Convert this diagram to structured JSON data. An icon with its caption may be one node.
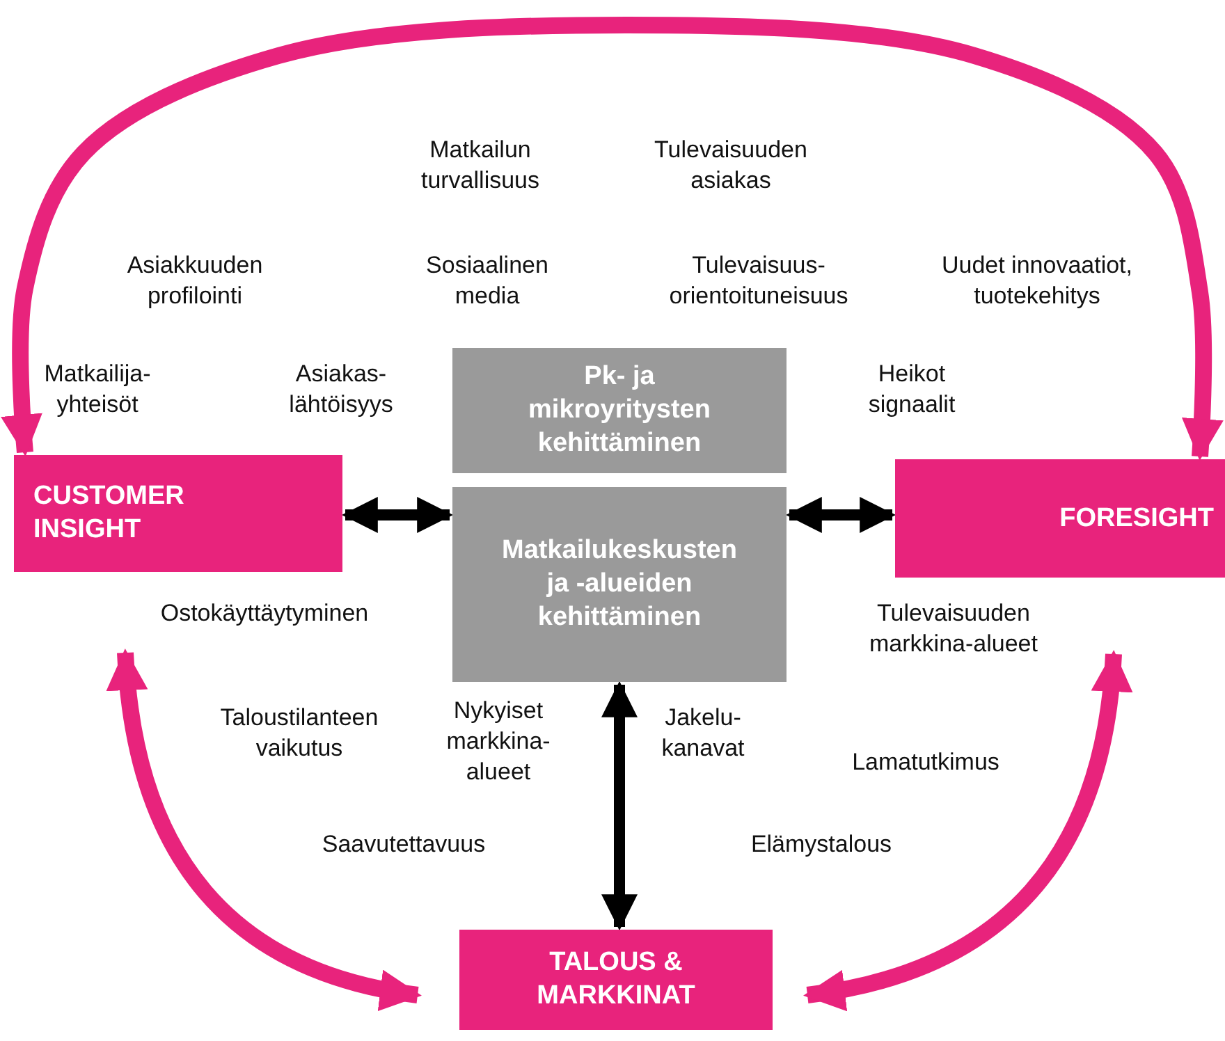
{
  "diagram": {
    "nodes": [
      {
        "text": [
          "CUSTOMER INSIGHT"
        ]
      },
      {
        "text": [
          "FORESIGHT"
        ]
      },
      {
        "text": [
          "TALOUS & MARKKINAT"
        ]
      },
      {
        "text": [
          "Pk- ja mikroyritysten kehittäminen"
        ]
      },
      {
        "text": [
          "Matkailukeskusten ja -alueiden kehittäminen"
        ]
      }
    ],
    "edges": [
      {
        "from": 0,
        "to": 1,
        "arrow": "both"
      },
      {
        "from": 0,
        "to": 4,
        "arrow": "both",
        "color": "#000000"
      },
      {
        "from": 4,
        "to": 1,
        "arrow": "both",
        "color": "#000000"
      },
      {
        "from": 4,
        "to": 2,
        "arrow": "both",
        "color": "#000000"
      },
      {
        "from": 0,
        "to": 2,
        "arrow": "both"
      },
      {
        "from": 1,
        "to": 2,
        "arrow": "both"
      }
    ],
    "labels": [
      "Matkailun turvallisuus",
      "Tulevaisuuden asiakas",
      "Asiakkuuden profilointi",
      "Sosiaalinen media",
      "Tulevaisuus- orientoituneisuus",
      "Uudet innovaatiot, tuotekehitys",
      "Matkailija- yhteisöt",
      "Asiakas- lähtöisyys",
      "Heikot signaalit",
      "Ostokäyttäytyminen",
      "Tulevaisuuden markkina-alueet",
      "Taloustilanteen vaikutus",
      "Nykyiset markkina- alueet",
      "Jakelu- kanavat",
      "Lamatutkimus",
      "Saavutettavuus",
      "Elämystalous"
    ]
  }
}
